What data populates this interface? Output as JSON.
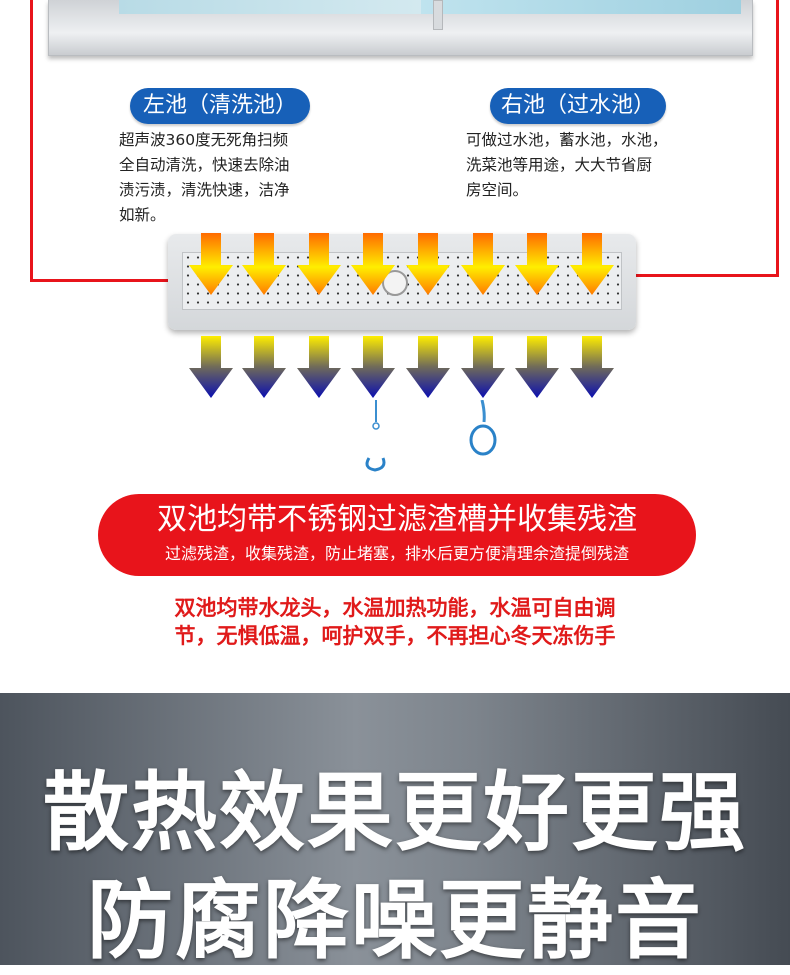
{
  "left_pool": {
    "title": "左池（清洗池）",
    "desc": [
      "超声波360度无死角扫频",
      "全自动清洗，快速去除油",
      "渍污渍，清洗快速，洁净",
      "如新。"
    ]
  },
  "right_pool": {
    "title": "右池（过水池）",
    "desc": [
      "可做过水池，蓄水池，水池，",
      "洗菜池等用途，大大节省厨",
      "房空间。"
    ]
  },
  "banner": {
    "title": "双池均带不锈钢过滤渣槽并收集残渣",
    "subtitle": "过滤残渣，收集残渣，防止堵塞，排水后更方便清理余渣提倒残渣"
  },
  "faucet_note": [
    "双池均带水龙头，水温加热功能，水温可自由调",
    "节，无惧低温，呵护双手，不再担心冬天冻伤手"
  ],
  "headline": [
    "散热效果更好更强",
    "防腐降噪更静音"
  ],
  "colors": {
    "red": "#e8141b",
    "blue": "#1760b8"
  }
}
